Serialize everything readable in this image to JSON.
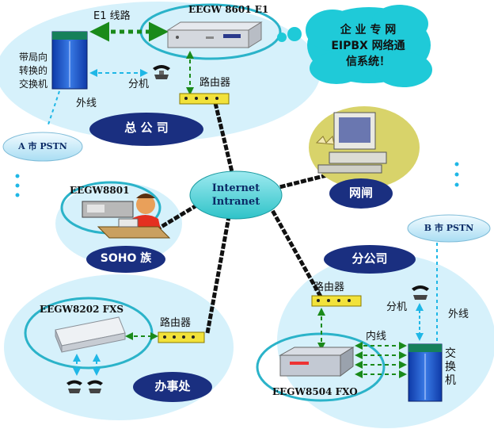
{
  "cloud": {
    "line1": "企 业 专 网",
    "line2": "EIPBX 网络通",
    "line3": "信系统！"
  },
  "hq": {
    "device": "EEGW 8601 E1",
    "e1_link": "E1 线路",
    "pbx_label": [
      "带局向",
      "转换的",
      "交换机"
    ],
    "extension": "分机",
    "router": "路由器",
    "outside_line": "外线",
    "oval": "总 公 司"
  },
  "pstn_a": "A 市 PSTN",
  "pstn_b": "B 市 PSTN",
  "internet": {
    "line1": "Internet",
    "line2": "Intranet"
  },
  "gateway": "网闸",
  "soho": {
    "device": "EEGW8801",
    "oval": "SOHO 族"
  },
  "office": {
    "device": "EEGW8202 FXS",
    "router": "路由器",
    "oval": "办事处"
  },
  "branch": {
    "oval": "分公司",
    "router": "路由器",
    "extension": "分机",
    "outside_line": "外线",
    "inner_line": "内线",
    "device": "EEGW8504 FXO",
    "switch_label": [
      "交",
      "换",
      "机"
    ]
  },
  "colors": {
    "oval_fill": "#1a2f80",
    "halo": "#d6f1fb",
    "ring": "#2bb3c9",
    "green_link": "#1a8a1a",
    "cyan_link": "#1fb7e6",
    "backbone": "#111111"
  }
}
